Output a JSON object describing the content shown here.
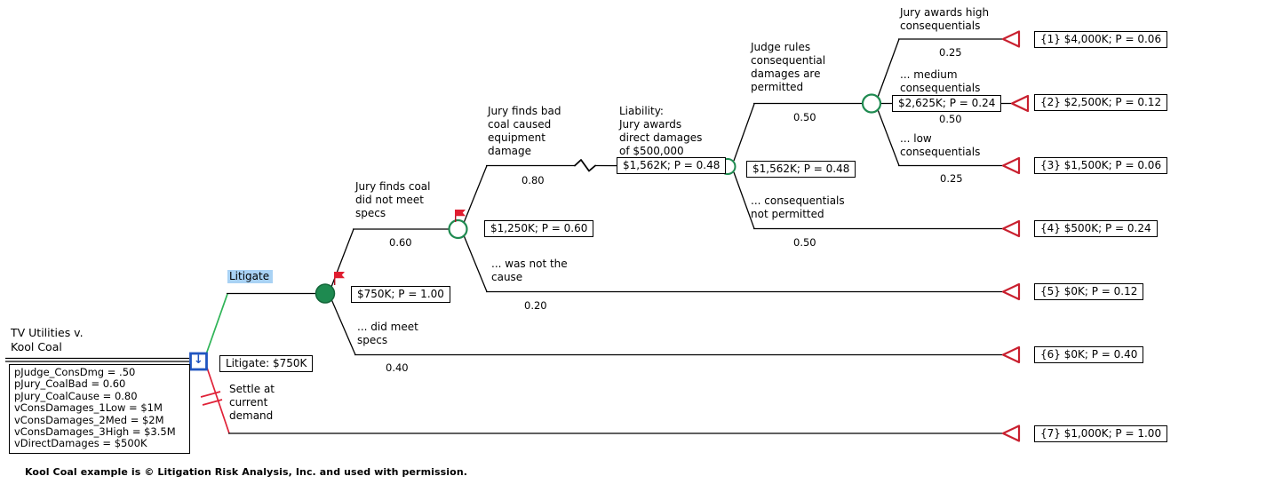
{
  "header": {
    "title": "TV Utilities v.\nKool Coal"
  },
  "parameters": [
    "pJudge_ConsDmg = .50",
    "pJury_CoalBad = 0.60",
    "pJury_CoalCause = 0.80",
    "vConsDamages_1Low = $1M",
    "vConsDamages_2Med = $2M",
    "vConsDamages_3High = $3.5M",
    "vDirectDamages = $500K"
  ],
  "tree": {
    "decision_arrow": "↓",
    "branches": {
      "litigate": {
        "label": "Litigate"
      },
      "settle": {
        "label": "Settle at\ncurrent\ndemand"
      },
      "coal_not_meet_specs": {
        "label": "Jury finds coal\ndid not meet\nspecs",
        "p": "0.60"
      },
      "coal_met_specs": {
        "label": "... did meet\nspecs",
        "p": "0.40"
      },
      "coal_caused": {
        "label": "Jury finds bad\ncoal caused\nequipment\ndamage",
        "p": "0.80",
        "note": "Liability:\nJury awards\ndirect damages\nof $500,000"
      },
      "not_cause": {
        "label": "... was not the\ncause",
        "p": "0.20"
      },
      "cons_permitted": {
        "label": "Judge rules\nconsequential\ndamages are\npermitted",
        "p": "0.50"
      },
      "cons_not_permitted": {
        "label": "... consequentials\nnot permitted",
        "p": "0.50"
      },
      "high_cons": {
        "label": "Jury awards high\nconsequentials",
        "p": "0.25"
      },
      "med_cons": {
        "label": "... medium\nconsequentials",
        "p": "0.50"
      },
      "low_cons": {
        "label": "... low\nconsequentials",
        "p": "0.25"
      }
    },
    "value_boxes": {
      "root": "Litigate: $750K",
      "c1": "$750K; P = 1.00",
      "c2": "$1,250K; P = 0.60",
      "c3_branch": "$1,562K; P = 0.48",
      "c3": "$1,562K; P = 0.48",
      "c4": "$2,625K; P = 0.24"
    },
    "outcomes": [
      "{1} $4,000K; P = 0.06",
      "{2} $2,500K; P = 0.12",
      "{3} $1,500K; P = 0.06",
      "{4} $500K; P = 0.24",
      "{5} $0K; P = 0.12",
      "{6} $0K; P = 0.40",
      "{7} $1,000K; P = 1.00"
    ]
  },
  "colors": {
    "chance_green": "#1e8a50",
    "chosen_path_green": "#2fb457",
    "rejected_red": "#e02238",
    "terminal_red": "#c9202f",
    "decision_blue": "#2055c0",
    "highlight_blue": "#a9d2f4"
  },
  "footer": {
    "text": "Kool Coal example is © Litigation Risk Analysis, Inc. and used with permission."
  }
}
